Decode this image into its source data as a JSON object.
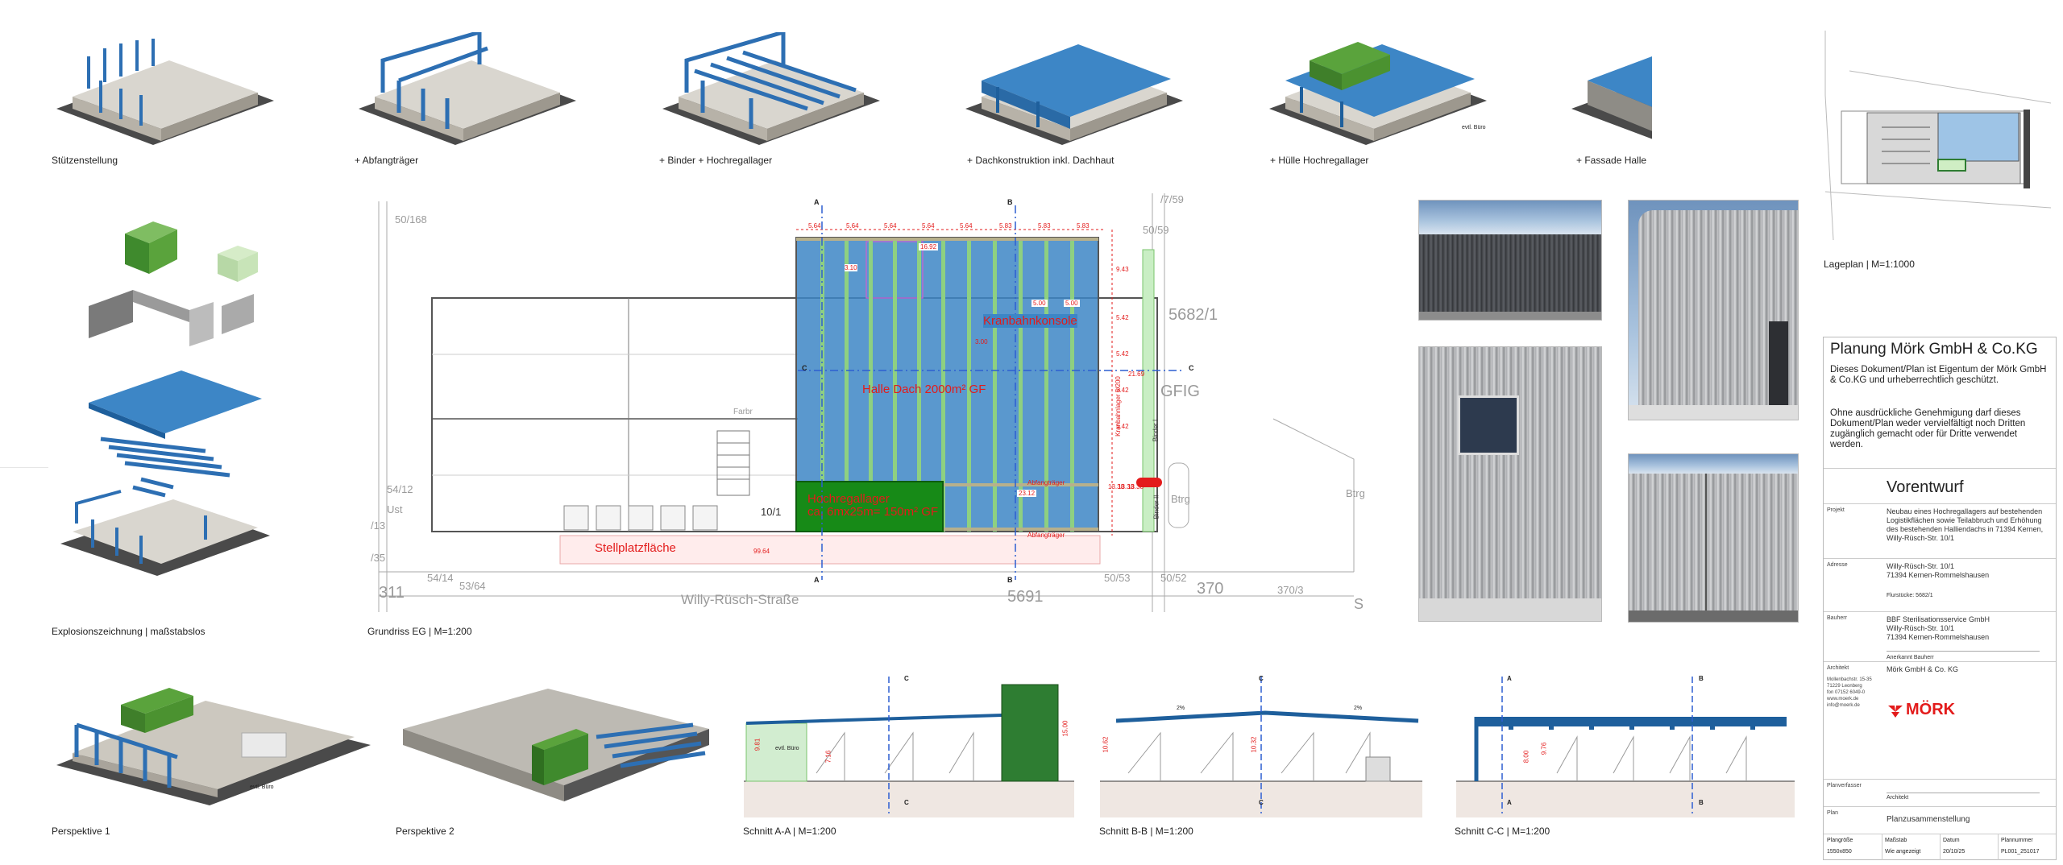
{
  "top_row": [
    {
      "caption": "Stützenstellung"
    },
    {
      "caption": "+ Abfangträger"
    },
    {
      "caption": "+ Binder + Hochregallager"
    },
    {
      "caption": "+ Dachkonstruktion inkl. Dachhaut"
    },
    {
      "caption": "+ Hülle Hochregallager",
      "note": "evtl. Büro"
    },
    {
      "caption": "+ Fassade Halle"
    }
  ],
  "lageplan": {
    "caption": "Lageplan | M=1:1000"
  },
  "explosion": {
    "caption": "Explosionszeichnung | maßstabslos"
  },
  "grundriss": {
    "caption": "Grundriss EG | M=1:200",
    "hall_label": "Halle Dach 2000m² GF",
    "kran_label": "Kranbahnkonsole",
    "hochregal_line1": "Hochregallager",
    "hochregal_line2": "ca. 6mx25m= 150m² GF",
    "stellplatz": "Stellplatzfläche",
    "abfang1": "Abfangträger",
    "abfang2": "Abfangträger",
    "binder1": "Binder I",
    "binder2": "Binder II",
    "kranbahnlager": "Kranbahnlager 5/200",
    "street": "Willy-Rüsch-Straße",
    "parcels": [
      "50/168",
      "5682/1",
      "GFIG",
      "54/12",
      "Ust",
      "/13",
      "/35",
      "54/14",
      "53/64",
      "311",
      "5691",
      "50/53",
      "50/52",
      "370",
      "370/3",
      "S",
      "Btrg",
      "Btrg",
      "50/59",
      "/7/59",
      "10/1",
      "Farbr"
    ],
    "dims_top": [
      "5.64",
      "5.64",
      "5.64",
      "5.64",
      "5.64",
      "5.83",
      "5.83",
      "5.83"
    ],
    "dims_right": [
      "9.43",
      "5.42",
      "5.42",
      "21.69",
      "5.42",
      "5.42",
      "13.38",
      "13.38",
      "13.38"
    ],
    "dims_misc": [
      "16.92",
      "5.00",
      "5.00",
      "23.12",
      "99.64",
      "3.10",
      "3.00"
    ],
    "section_marks": [
      "A",
      "B",
      "C",
      "C",
      "A",
      "B"
    ]
  },
  "photos": [
    "photo-1",
    "photo-2",
    "photo-3",
    "photo-4"
  ],
  "perspektive": [
    {
      "caption": "Perspektive 1",
      "note": "evtl. Büro"
    },
    {
      "caption": "Perspektive 2"
    }
  ],
  "sections": [
    {
      "caption": "Schnitt A-A | M=1:200",
      "note": "evtl. Büro",
      "dims": [
        "9.81",
        "7.16",
        "15.00"
      ],
      "marks": [
        "C",
        "C"
      ]
    },
    {
      "caption": "Schnitt B-B | M=1:200",
      "dims": [
        "10.62",
        "10.32",
        "2%",
        "2%"
      ],
      "marks": [
        "C",
        "C"
      ]
    },
    {
      "caption": "Schnitt C-C | M=1:200",
      "dims": [
        "8.00",
        "9.76"
      ],
      "marks": [
        "A",
        "B",
        "A",
        "B"
      ]
    }
  ],
  "title_block": {
    "company": "Planung Mörk GmbH & Co.KG",
    "notice1": "Dieses Dokument/Plan ist Eigentum der Mörk GmbH & Co.KG und urheberrechtlich geschützt.",
    "notice2": "Ohne ausdrückliche Genehmigung darf dieses Dokument/Plan weder vervielfältigt noch Dritten zugänglich gemacht oder für Dritte verwendet werden.",
    "stage": "Vorentwurf",
    "projekt_label": "Projekt",
    "projekt": "Neubau eines Hochregallagers auf bestehenden Logistikflächen sowie Teilabbruch und Erhöhung des bestehenden Halliendachs in 71394 Kernen, Willy-Rüsch-Str. 10/1",
    "adresse_label": "Adresse",
    "adresse1": "Willy-Rüsch-Str. 10/1",
    "adresse2": "71394 Kernen-Rommelshausen",
    "flurstueck": "Flurstücke: 5682/1",
    "bauherr_label": "Bauherr",
    "bauherr1": "BBF Sterilisationsservice GmbH",
    "bauherr2": "Willy-Rüsch-Str. 10/1",
    "bauherr3": "71394 Kernen-Rommelshausen",
    "anerkannt": "Anerkannt Bauherr",
    "architekt_label": "Architekt",
    "architekt": "Mörk GmbH & Co. KG",
    "arch_addr": [
      "Mollenbachstr. 15-35",
      "71229 Leonberg",
      "fon 07152 6049-0",
      "www.moerk.de",
      "info@moerk.de"
    ],
    "logo_text": "MÖRK",
    "planverfasser_label": "Planverfasser",
    "architekt2_label": "Architekt",
    "plan_label": "Plan",
    "plan": "Planzusammenstellung",
    "fields": [
      {
        "label": "Plangröße",
        "value": "1550x850"
      },
      {
        "label": "Maßstab",
        "value": "Wie angezeigt"
      },
      {
        "label": "Datum",
        "value": "20/10/25"
      },
      {
        "label": "Plannummer",
        "value": "PL001_251017"
      }
    ]
  },
  "colors": {
    "blue": "#3d86c6",
    "dark_blue": "#1e5f9c",
    "green": "#2e7d32",
    "light_green": "#8ed081",
    "red": "#e31b1b"
  }
}
